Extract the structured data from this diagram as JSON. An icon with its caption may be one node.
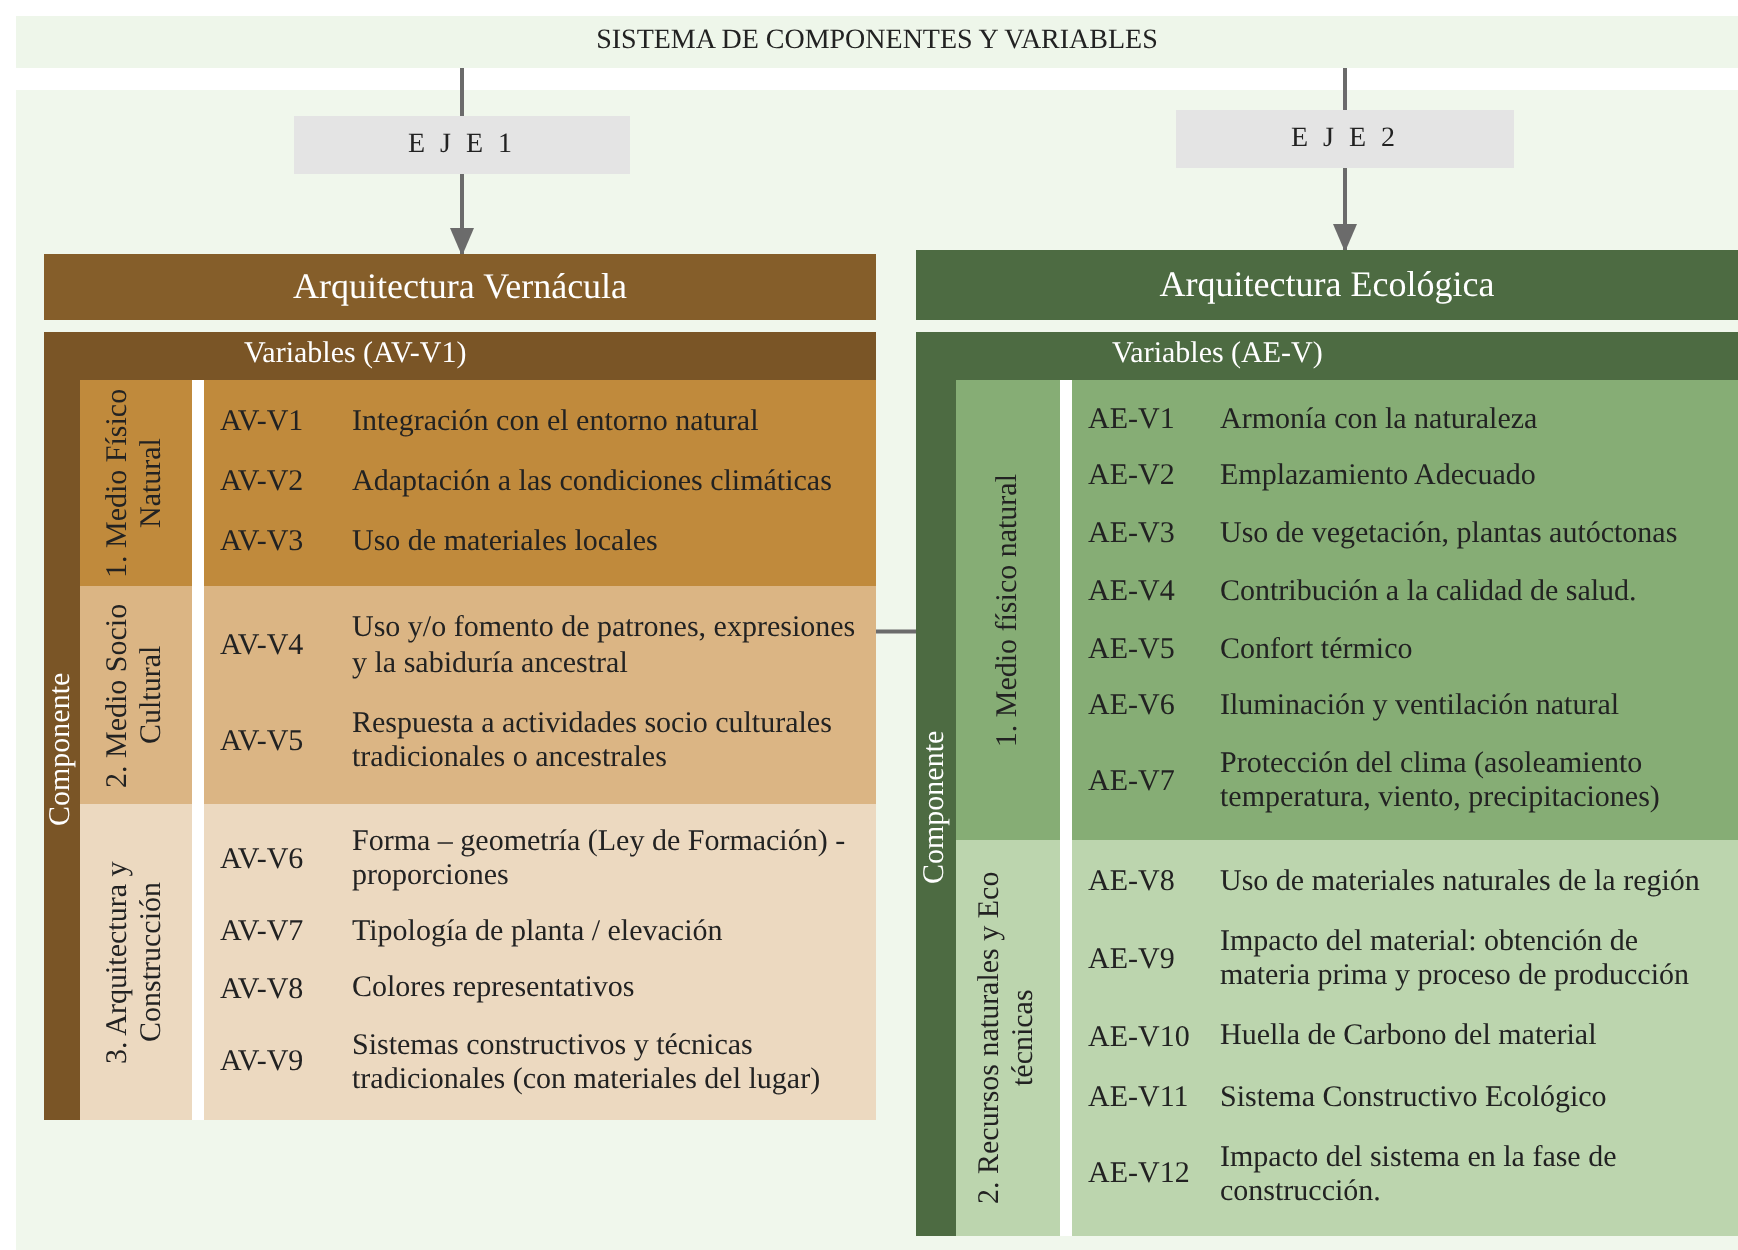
{
  "diagram": {
    "nodes": [
      {
        "text": [
          "SISTEMA DE COMPONENTES Y VARIABLES"
        ]
      },
      {
        "text": [
          "E J E 1"
        ]
      },
      {
        "text": [
          "E J E 2"
        ]
      },
      {
        "text": [
          "Arquitectura Vernácula"
        ]
      },
      {
        "text": [
          "Variables (AV-V1)",
          "Componente"
        ]
      },
      {
        "text": [
          "1. Medio Físico Natural"
        ],
        "in": 4
      },
      {
        "text": [
          "AV-V1",
          "Integración con el entorno natural"
        ],
        "in": 5
      },
      {
        "text": [
          "AV-V2",
          "Adaptación a las condiciones climáticas"
        ],
        "in": 5
      },
      {
        "text": [
          "AV-V3",
          "Uso de materiales locales"
        ],
        "in": 5
      },
      {
        "text": [
          "2. Medio Socio Cultural"
        ],
        "in": 4
      },
      {
        "text": [
          "AV-V4",
          "Uso y/o fomento de patrones, expresiones y la sabiduría ancestral"
        ],
        "in": 9
      },
      {
        "text": [
          "AV-V5",
          "Respuesta a actividades socio culturales tradicionales o ancestrales"
        ],
        "in": 9
      },
      {
        "text": [
          "3. Arquitectura y Construcción"
        ],
        "in": 4
      },
      {
        "text": [
          "AV-V6",
          "Forma – geometría (Ley de Formación) - proporciones"
        ],
        "in": 12
      },
      {
        "text": [
          "AV-V7",
          "Tipología de planta / elevación"
        ],
        "in": 12
      },
      {
        "text": [
          "AV-V8",
          "Colores representativos"
        ],
        "in": 12
      },
      {
        "text": [
          "AV-V9",
          "Sistemas constructivos y técnicas tradicionales (con materiales del lugar)"
        ],
        "in": 12
      },
      {
        "text": [
          "Arquitectura Ecológica"
        ]
      },
      {
        "text": [
          "Variables (AE-V)",
          "Componente"
        ]
      },
      {
        "text": [
          "1. Medio físico natural"
        ],
        "in": 18
      },
      {
        "text": [
          "AE-V1",
          "Armonía con la naturaleza"
        ],
        "in": 19
      },
      {
        "text": [
          "AE-V2",
          "Emplazamiento Adecuado"
        ],
        "in": 19
      },
      {
        "text": [
          "AE-V3",
          "Uso de vegetación, plantas autóctonas"
        ],
        "in": 19
      },
      {
        "text": [
          "AE-V4",
          "Contribución a la calidad de salud."
        ],
        "in": 19
      },
      {
        "text": [
          "AE-V5",
          "Confort térmico"
        ],
        "in": 19
      },
      {
        "text": [
          "AE-V6",
          "Iluminación y ventilación natural"
        ],
        "in": 19
      },
      {
        "text": [
          "AE-V7",
          "Protección del clima (asoleamiento temperatura, viento, precipitaciones)"
        ],
        "in": 19
      },
      {
        "text": [
          "2. Recursos naturales y Eco técnicas"
        ],
        "in": 18
      },
      {
        "text": [
          "AE-V8",
          "Uso de materiales naturales de la región"
        ],
        "in": 27
      },
      {
        "text": [
          "AE-V9",
          "Impacto del material: obtención de materia prima y proceso de producción"
        ],
        "in": 27
      },
      {
        "text": [
          "AE-V10",
          "Huella de Carbono del material"
        ],
        "in": 27
      },
      {
        "text": [
          "AE-V11",
          "Sistema Constructivo Ecológico"
        ],
        "in": 27
      },
      {
        "text": [
          "AE-V12",
          "Impacto del sistema en la fase de construcción."
        ],
        "in": 27
      }
    ],
    "edges": [
      {
        "from": 0,
        "to": 1,
        "arrow": "none"
      },
      {
        "from": 1,
        "to": 3,
        "arrow": "to"
      },
      {
        "from": 0,
        "to": 2,
        "arrow": "none"
      },
      {
        "from": 2,
        "to": 17,
        "arrow": "to"
      },
      {
        "from": 4,
        "to": 18,
        "arrow": "none"
      }
    ]
  }
}
